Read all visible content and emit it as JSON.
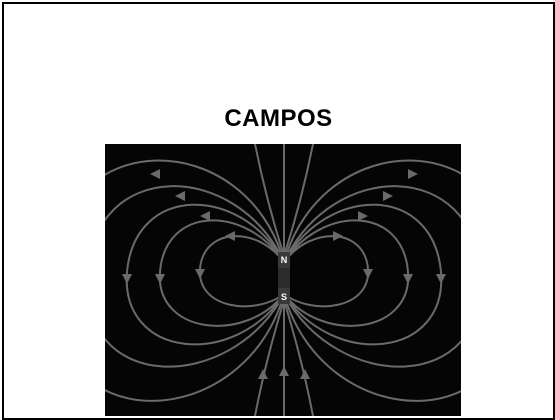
{
  "slide": {
    "title": "CAMPOS"
  },
  "figure": {
    "north_label": "N",
    "south_label": "S",
    "colors": {
      "background": "#050505",
      "field_lines": "#6a6a6a",
      "magnet": "#2b2b2b"
    }
  }
}
